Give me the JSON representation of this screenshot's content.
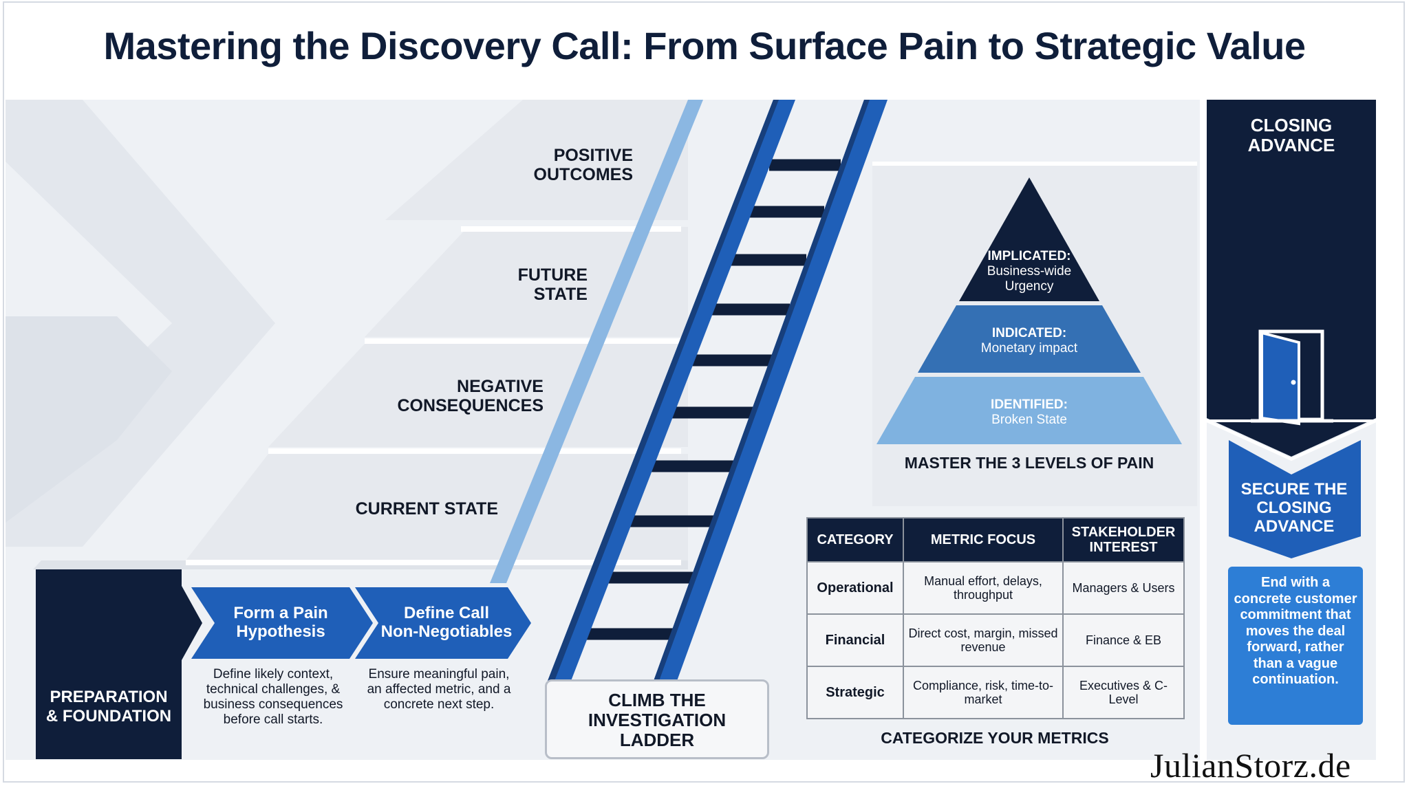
{
  "title": "Mastering the Discovery Call: From Surface Pain to Strategic Value",
  "ladder_steps": {
    "positive_outcomes": "POSITIVE\nOUTCOMES",
    "future_state": "FUTURE\nSTATE",
    "negative_consequences": "NEGATIVE\nCONSEQUENCES",
    "current_state": "CURRENT STATE"
  },
  "preparation": {
    "label": "PREPARATION\n& FOUNDATION",
    "icon": "document-magnifier-icon",
    "steps": [
      {
        "label": "Form a Pain\nHypothesis",
        "description": "Define likely context, technical challenges, & business consequences before call starts."
      },
      {
        "label": "Define Call\nNon-Negotiables",
        "description": "Ensure meaningful pain, an affected metric, and a concrete next step."
      }
    ]
  },
  "climb_label": "CLIMB THE\nINVESTIGATION\nLADDER",
  "pain_pyramid": {
    "levels": [
      {
        "name": "IMPLICATED:",
        "text": "Business-wide Urgency",
        "color": "#0f1e3a"
      },
      {
        "name": "INDICATED:",
        "text": "Monetary impact",
        "color": "#3470b4"
      },
      {
        "name": "IDENTIFIED:",
        "text": "Broken State",
        "color": "#7fb2e0"
      }
    ],
    "caption": "MASTER THE 3 LEVELS OF PAIN"
  },
  "metrics_table": {
    "headers": [
      "CATEGORY",
      "METRIC FOCUS",
      "STAKEHOLDER INTEREST"
    ],
    "rows": [
      [
        "Operational",
        "Manual effort, delays, throughput",
        "Managers & Users"
      ],
      [
        "Financial",
        "Direct cost, margin, missed revenue",
        "Finance & EB"
      ],
      [
        "Strategic",
        "Compliance, risk, time-to-market",
        "Executives & C-Level"
      ]
    ],
    "caption": "CATEGORIZE YOUR METRICS"
  },
  "closing": {
    "top_label": "CLOSING\nADVANCE",
    "icon": "open-door-icon",
    "secure_label": "SECURE THE\nCLOSING\nADVANCE",
    "end_text": "End with a concrete customer commitment that moves the deal forward, rather than a vague continuation."
  },
  "watermark": "JulianStorz.de",
  "colors": {
    "navy": "#0f1e3a",
    "blue": "#1f5fb8",
    "mid_blue": "#3470b4",
    "light_blue": "#7fb2e0",
    "panel_gray": "#eef1f5"
  }
}
